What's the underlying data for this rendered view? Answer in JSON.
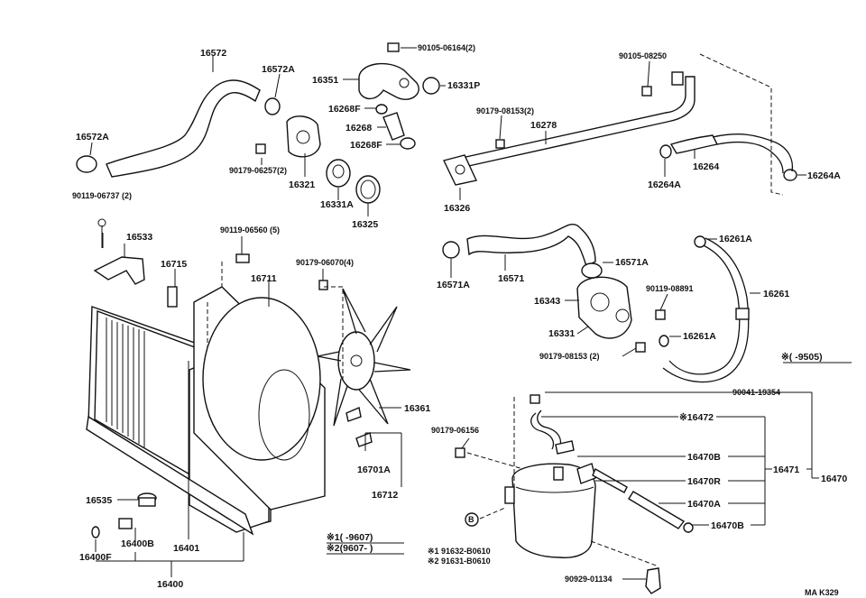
{
  "diagram_code": "MA K329",
  "notes": {
    "note1": "※1(      -9607)",
    "note2": "※2(9607-      )",
    "note3": "※(      -9505)",
    "part_note1": "※1 91632-B0610",
    "part_note2": "※2 91631-B0610"
  },
  "labels": {
    "p16572": "16572",
    "p16572A_top": "16572A",
    "p16572A_left": "16572A",
    "p90105_06164": "90105-06164(2)",
    "p16351": "16351",
    "p16331P": "16331P",
    "p16268F_a": "16268F",
    "p16268": "16268",
    "p16268F_b": "16268F",
    "p90179_06257": "90179-06257(2)",
    "p16321": "16321",
    "p16331A": "16331A",
    "p16325": "16325",
    "p90119_06737": "90119-06737 (2)",
    "p16533": "16533",
    "p90119_06560": "90119-06560 (5)",
    "p16715": "16715",
    "p16711": "16711",
    "p90179_06070": "90179-06070(4)",
    "p90105_08250": "90105-08250",
    "p90179_08153_top": "90179-08153(2)",
    "p16278": "16278",
    "p16264": "16264",
    "p16264A_right": "16264A",
    "p16264A": "16264A",
    "p16326": "16326",
    "p16261A_top": "16261A",
    "p16571A_right": "16571A",
    "p16571A_left": "16571A",
    "p16571": "16571",
    "p16343": "16343",
    "p90119_08891": "90119-08891",
    "p16261": "16261",
    "p16331": "16331",
    "p16261A_bottom": "16261A",
    "p90179_08153_bottom": "90179-08153 (2)",
    "p16361": "16361",
    "p90041_19354": "90041-19354",
    "p16472": "※16472",
    "p90179_06156": "90179-06156",
    "p16470B_top": "16470B",
    "p16471": "16471",
    "p16470": "16470",
    "p16470R": "16470R",
    "p16470A": "16470A",
    "p16470B_bottom": "16470B",
    "p16701A": "16701A",
    "p16712": "16712",
    "p16535": "16535",
    "p16400B": "16400B",
    "p16401": "16401",
    "p16400F": "16400F",
    "p16400": "16400",
    "p90929_01134": "90929-01134"
  }
}
